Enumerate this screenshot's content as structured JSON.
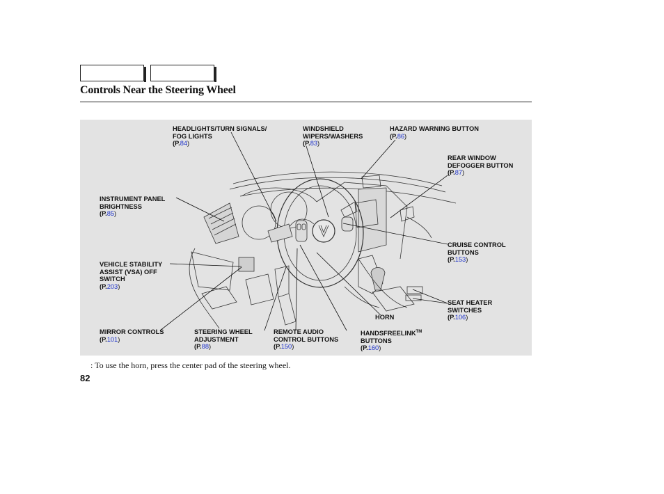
{
  "header": {
    "title": "Controls Near the Steering Wheel"
  },
  "labels": {
    "headlights": {
      "line1": "HEADLIGHTS/TURN SIGNALS/",
      "line2": "FOG LIGHTS",
      "ref_prefix": "(P.",
      "ref_page": "84",
      "ref_suffix": ")"
    },
    "wipers": {
      "line1": "WINDSHIELD",
      "line2": "WIPERS/WASHERS",
      "ref_prefix": "(P.",
      "ref_page": "83",
      "ref_suffix": ")"
    },
    "hazard": {
      "line1": "HAZARD WARNING BUTTON",
      "ref_prefix": "(P.",
      "ref_page": "86",
      "ref_suffix": ")"
    },
    "defogger": {
      "line1": "REAR WINDOW",
      "line2": "DEFOGGER BUTTON",
      "ref_prefix": "(P.",
      "ref_page": "87",
      "ref_suffix": ")"
    },
    "brightness": {
      "line1": "INSTRUMENT PANEL",
      "line2": "BRIGHTNESS",
      "ref_prefix": "(P.",
      "ref_page": "85",
      "ref_suffix": ")"
    },
    "vsa": {
      "line1": "VEHICLE STABILITY",
      "line2": "ASSIST (VSA) OFF",
      "line3": "SWITCH",
      "ref_prefix": "(P.",
      "ref_page": "203",
      "ref_suffix": ")"
    },
    "cruise": {
      "line1": "CRUISE CONTROL",
      "line2": "BUTTONS",
      "ref_prefix": "(P.",
      "ref_page": "153",
      "ref_suffix": ")"
    },
    "seat_heater": {
      "line1": "SEAT HEATER",
      "line2": "SWITCHES",
      "ref_prefix": "(P.",
      "ref_page": "106",
      "ref_suffix": ")"
    },
    "horn": {
      "line1": "HORN"
    },
    "mirror": {
      "line1": "MIRROR CONTROLS",
      "ref_prefix": "(P.",
      "ref_page": "101",
      "ref_suffix": ")"
    },
    "steering_adj": {
      "line1": "STEERING WHEEL",
      "line2": "ADJUSTMENT",
      "ref_prefix": "(P.",
      "ref_page": "88",
      "ref_suffix": ")"
    },
    "remote_audio": {
      "line1": "REMOTE AUDIO",
      "line2": "CONTROL BUTTONS",
      "ref_prefix": "(P.",
      "ref_page": "150",
      "ref_suffix": ")"
    },
    "handsfreelink": {
      "line1": "HANDSFREELINK",
      "tm": "TM",
      "line2": "BUTTONS",
      "ref_prefix": "(P.",
      "ref_page": "160",
      "ref_suffix": ")"
    }
  },
  "footnote": ":  To use the horn, press the center pad of the steering wheel.",
  "page_number": "82"
}
